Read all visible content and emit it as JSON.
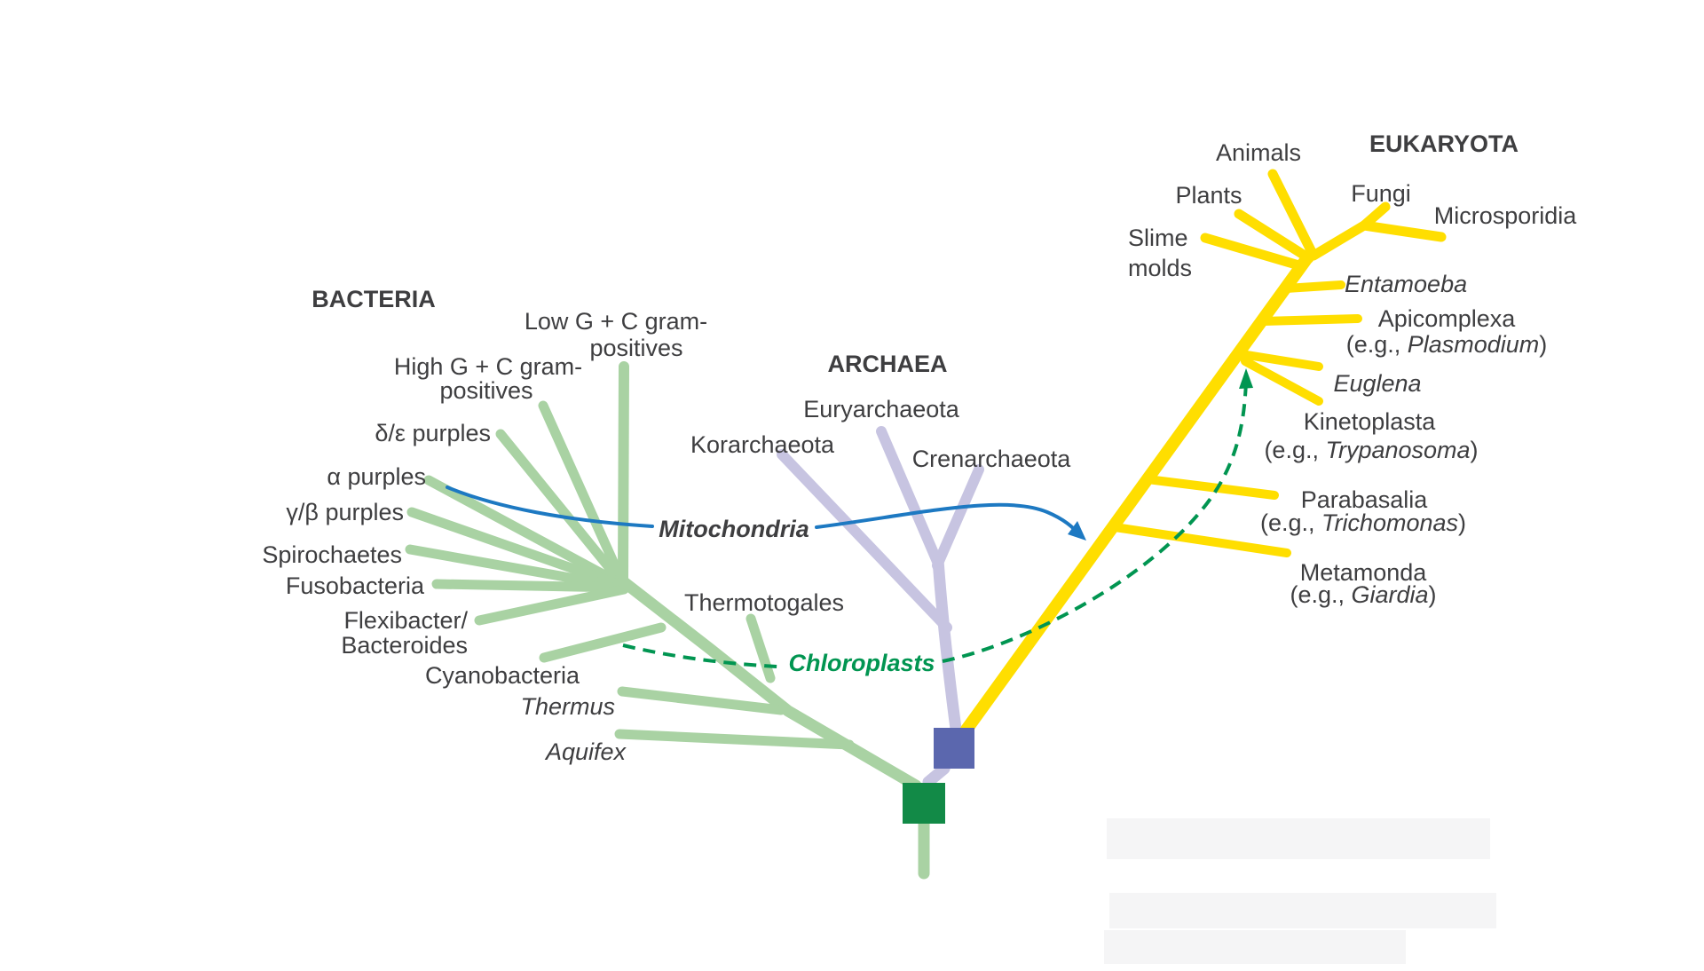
{
  "bacteria": {
    "heading": "BACTERIA",
    "low_gc_line1": "Low G + C gram-",
    "low_gc_line2": "positives",
    "high_gc_line1": "High G + C gram-",
    "high_gc_line2": "positives",
    "delta_epsilon_purples": "δ/ε purples",
    "alpha_purples": "α purples",
    "gamma_beta_purples": "γ/β purples",
    "spirochaetes": "Spirochaetes",
    "fusobacteria": "Fusobacteria",
    "flexibacter_line1": "Flexibacter/",
    "flexibacter_line2": "Bacteroides",
    "cyanobacteria": "Cyanobacteria",
    "thermus": "Thermus",
    "aquifex": "Aquifex",
    "thermotogales": "Thermotogales"
  },
  "archaea": {
    "heading": "ARCHAEA",
    "euryarchaeota": "Euryarchaeota",
    "korarchaeota": "Korarchaeota",
    "crenarchaeota": "Crenarchaeota"
  },
  "eukaryota": {
    "heading": "EUKARYOTA",
    "animals": "Animals",
    "plants": "Plants",
    "slime_line1": "Slime",
    "slime_line2": "molds",
    "fungi": "Fungi",
    "microsporidia": "Microsporidia",
    "entamoeba": "Entamoeba",
    "apicomplexa": "Apicomplexa",
    "apicomplexa_example": "Plasmodium",
    "euglena": "Euglena",
    "kinetoplasta": "Kinetoplasta",
    "kinetoplasta_example": "Trypanosoma",
    "parabasalia": "Parabasalia",
    "parabasalia_example": "Trichomonas",
    "metamonda": "Metamonda",
    "metamonda_example": "Giardia"
  },
  "annotations": {
    "mitochondria": "Mitochondria",
    "chloroplasts": "Chloroplasts",
    "eg_prefix": "(e.g., ",
    "eg_suffix": ")"
  },
  "colors": {
    "bacteria_branch": "#a9d2a3",
    "bacteria_node": "#128a47",
    "archaea_branch": "#c7c4e1",
    "archaea_node": "#5b67ae",
    "eukaryota_branch": "#ffde00",
    "mitochondria_arrow": "#1d79c2",
    "chloroplast_arrow": "#019551",
    "label_text": "#3e3e40"
  }
}
